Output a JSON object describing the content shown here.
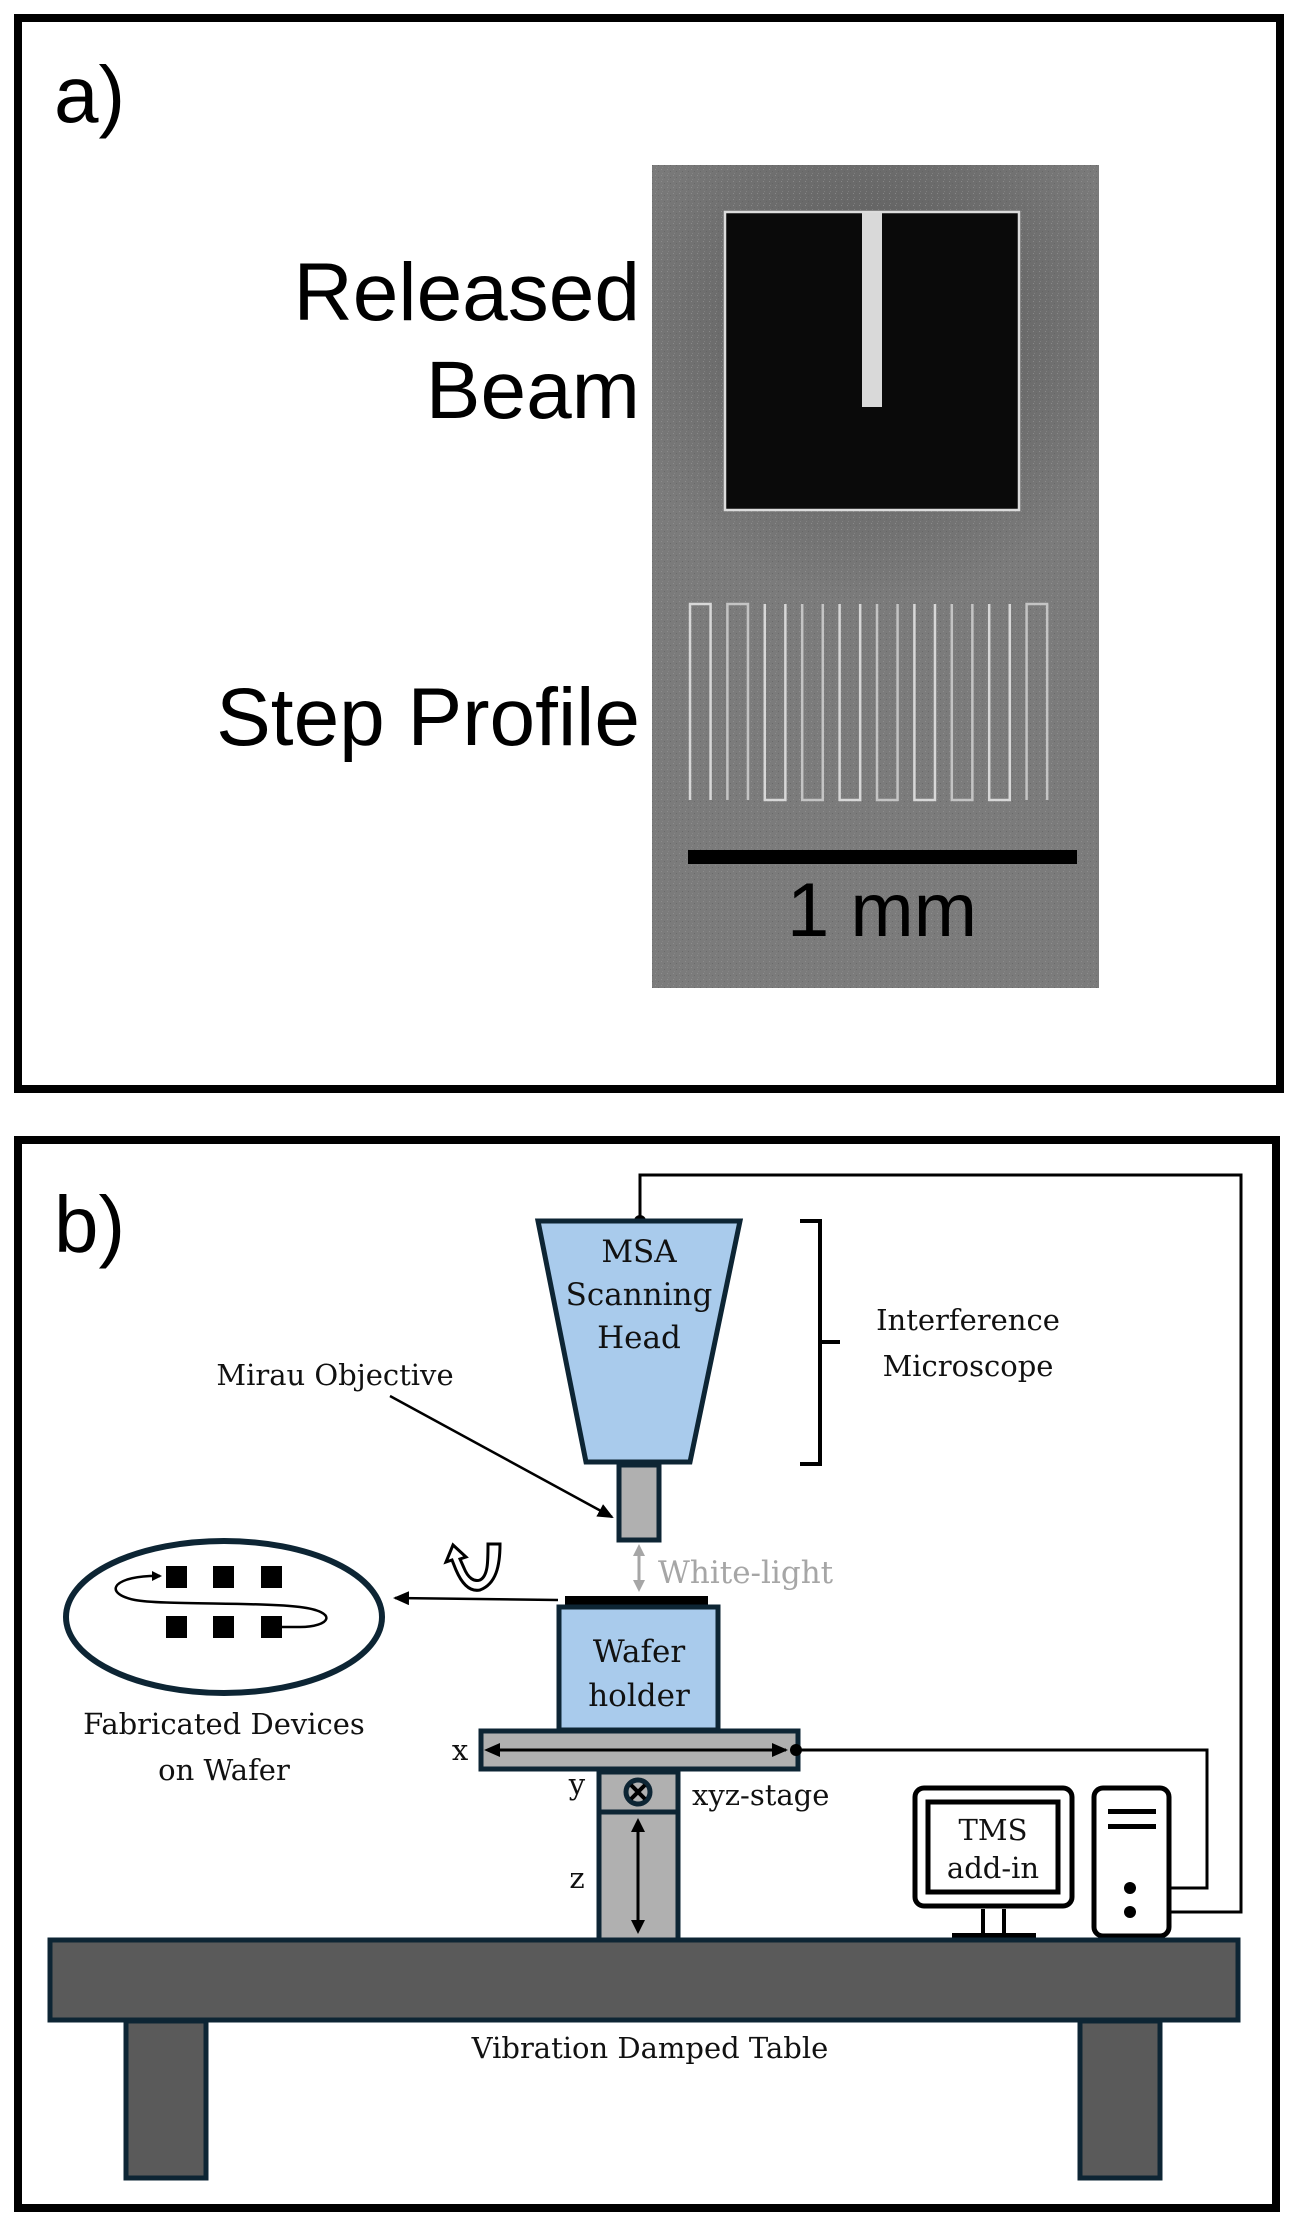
{
  "figure": {
    "panel_a": {
      "label": "a)",
      "annotations": {
        "released_beam_line1": "Released",
        "released_beam_line2": "Beam",
        "step_profile": "Step Profile"
      },
      "micrograph": {
        "description": "grayscale optical micrograph of a released cantilever beam in an etched square cavity above a step-profile test structure",
        "step_profile_structure_count": 10
      },
      "scale_bar": {
        "label": "1 mm",
        "value": 1,
        "unit": "mm"
      }
    },
    "panel_b": {
      "label": "b)",
      "scanning_head": {
        "line1": "MSA",
        "line2": "Scanning",
        "line3": "Head"
      },
      "bracket_label": {
        "line1": "Interference",
        "line2": "Microscope"
      },
      "objective_label": "Mirau Objective",
      "white_light_label": "White-light",
      "wafer_holder": {
        "line1": "Wafer",
        "line2": "holder"
      },
      "devices_label": {
        "line1": "Fabricated Devices",
        "line2": "on Wafer"
      },
      "device_grid": {
        "rows": 2,
        "cols": 3
      },
      "stage": {
        "x_label": "x",
        "y_label": "y",
        "z_label": "z",
        "name": "xyz-stage"
      },
      "computer": {
        "screen_line1": "TMS",
        "screen_line2": "add-in"
      },
      "table_label": "Vibration Damped Table",
      "icons": [
        "rotate-icon",
        "into-page-icon",
        "monitor-icon",
        "tower-pc-icon"
      ]
    },
    "colors": {
      "light_blue": "#a9cbec",
      "outline_navy": "#0d2534",
      "stage_gray": "#b0b0b0",
      "table_gray": "#5a5a5a",
      "white_light_gray": "#a6a6a6",
      "micrograph_gray": "#7b7b7b"
    }
  }
}
